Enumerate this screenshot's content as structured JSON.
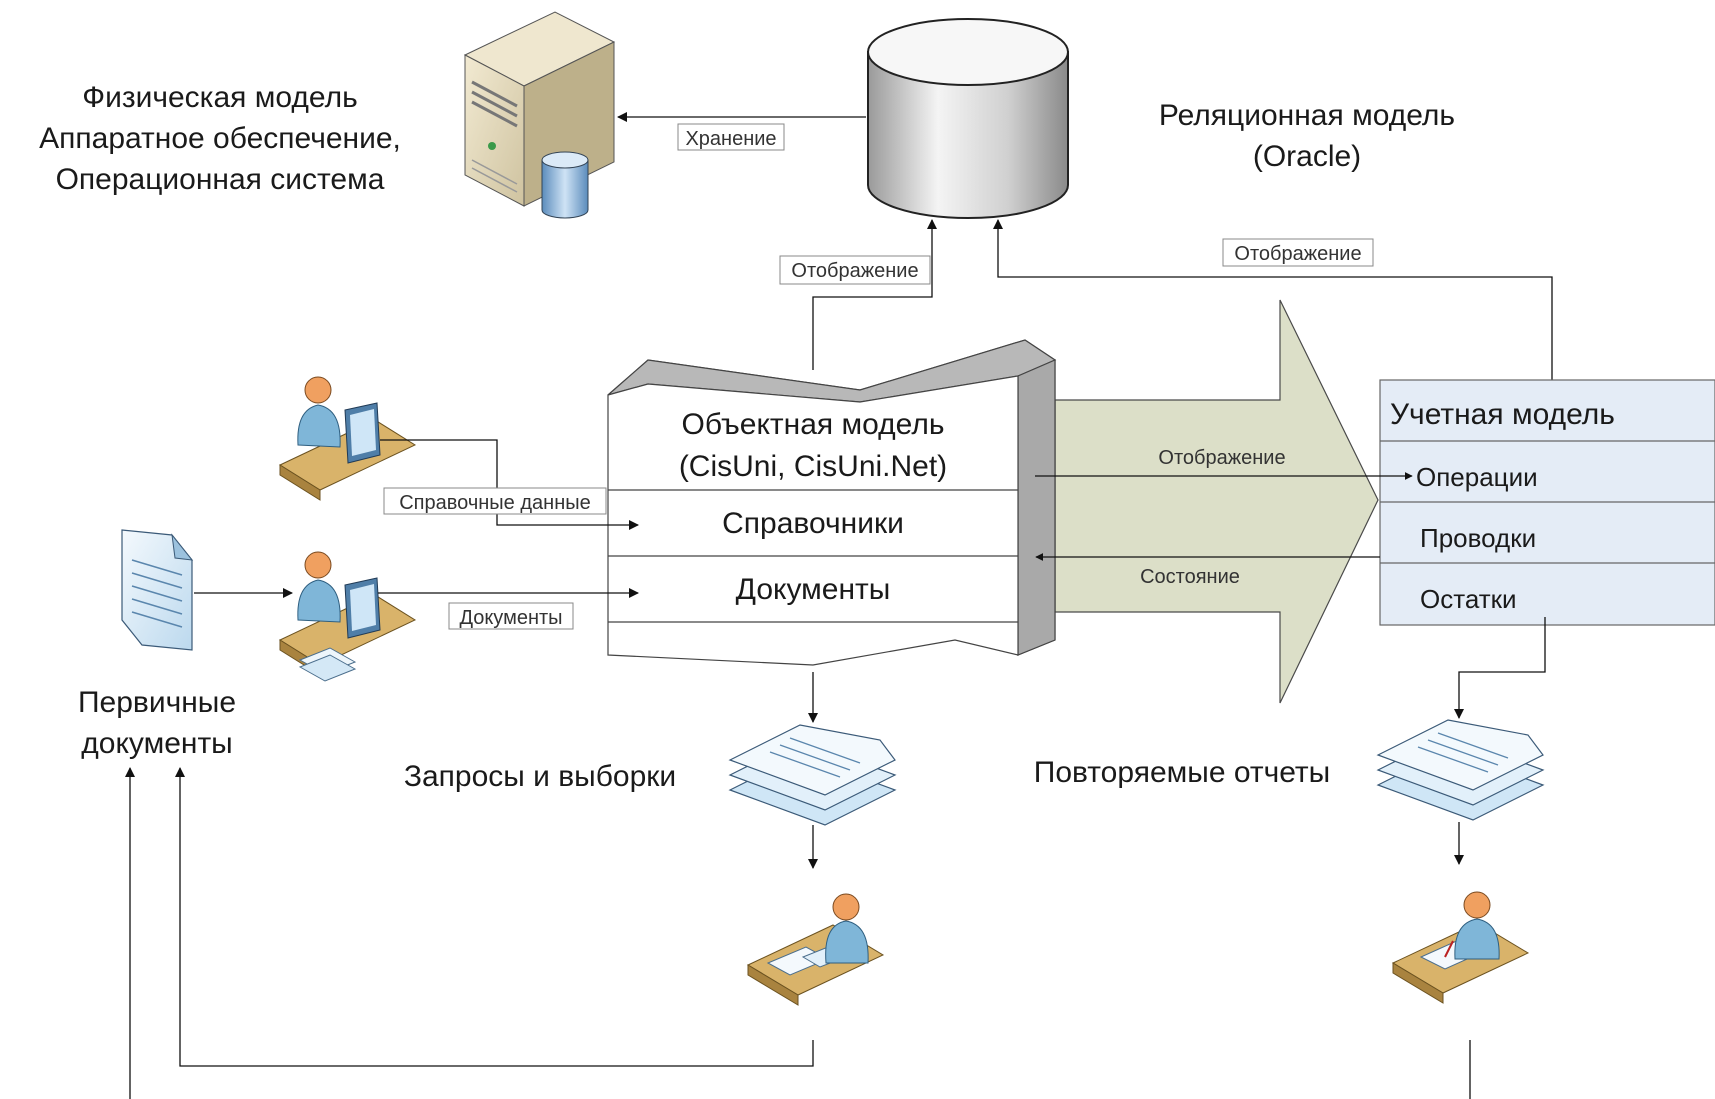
{
  "physical_model": {
    "line1": "Физическая модель",
    "line2": "Аппаратное обеспечение,",
    "line3": "Операционная система"
  },
  "relational_model": {
    "line1": "Реляционная модель",
    "line2": "(Oracle)"
  },
  "object_model": {
    "title1": "Объектная модель",
    "title2": "(CisUni, CisUni.Net)",
    "section1": "Справочники",
    "section2": "Документы"
  },
  "accounting_model": {
    "title": "Учетная модель",
    "items": [
      "Операции",
      "Проводки",
      "Остатки"
    ]
  },
  "edges": {
    "storage": "Хранение",
    "mapping_object_db": "Отображение",
    "mapping_accounting_db": "Отображение",
    "mapping_object_accounting": "Отображение",
    "state": "Состояние",
    "reference_data": "Справочные данные",
    "documents": "Документы"
  },
  "primary_docs": {
    "line1": "Первичные",
    "line2": "документы"
  },
  "queries_label": "Запросы и выборки",
  "reports_label": "Повторяемые отчеты",
  "icons": [
    "server-icon",
    "database-icon",
    "user-workstation-icon",
    "document-icon",
    "document-stack-icon",
    "clerk-icon"
  ],
  "colors": {
    "arrow_fill": "#dcdfc8",
    "accounting_fill": "#e4ecf6",
    "db_gray": "#c4c4c4",
    "person_blue": "#7fb6d8",
    "desk": "#d9b36a"
  }
}
